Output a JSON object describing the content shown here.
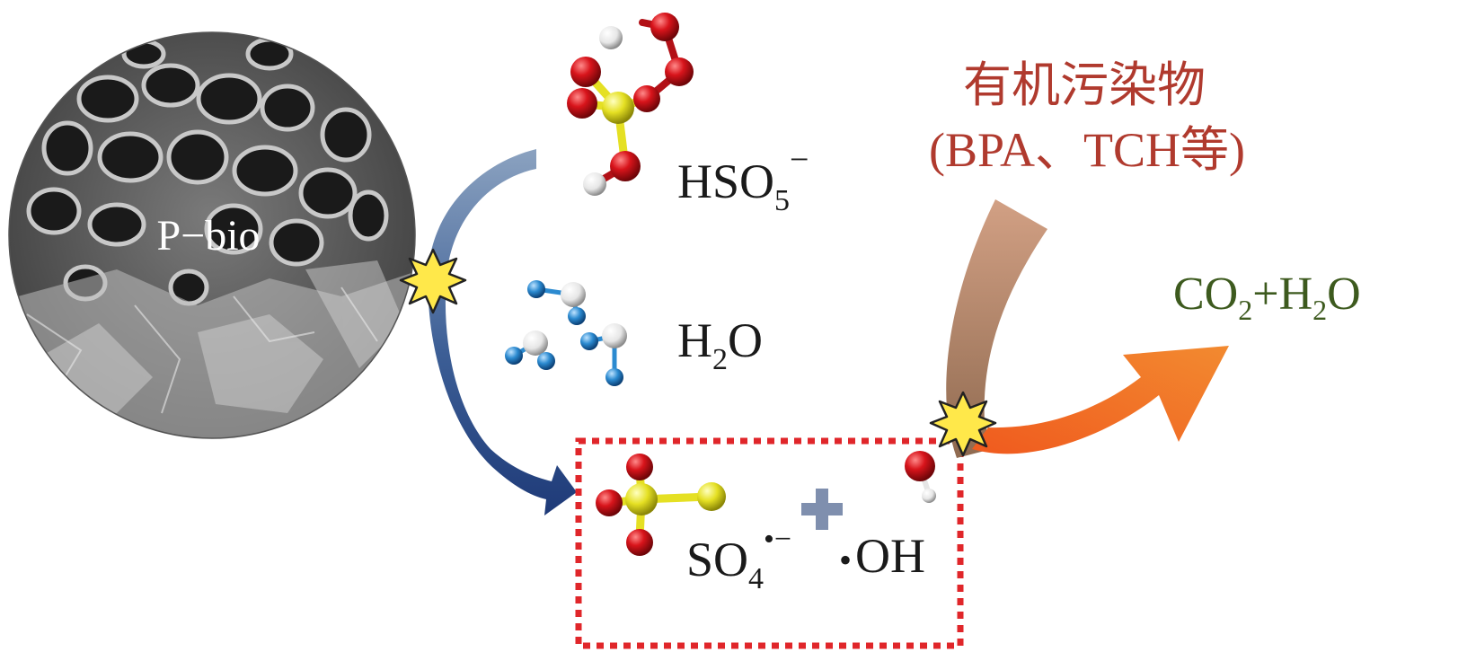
{
  "catalyst": {
    "label": "P−bio"
  },
  "reactants": {
    "pms": {
      "main": "HSO",
      "sub": "5",
      "sup": "−"
    },
    "water": {
      "main": "H",
      "sub": "2",
      "tail": "O"
    }
  },
  "radicals": {
    "sulfate": {
      "main": "SO",
      "sub": "4",
      "sup": "•−"
    },
    "hydroxyl": {
      "dot": "•",
      "main": "OH"
    },
    "plus": "+"
  },
  "pollutant": {
    "line1": "有机污染物",
    "line2": "(BPA、TCH等)"
  },
  "products": {
    "a": "CO",
    "a_sub": "2",
    "plus": "+H",
    "b_sub": "2",
    "tail": "O"
  },
  "colors": {
    "pollutant_text": "#b03a2e",
    "product_text": "#3d5a1e",
    "box_border": "#e0262a",
    "blue_arrow": "#2c4a86",
    "orange_arrow": "#ee6a22",
    "brown_arrow": "#a9795c",
    "starburst": "#ffe84a",
    "oxygen_atom": "#d8141b",
    "sulfur_atom": "#e5e023",
    "hydrogen_atom": "#f2f2f2",
    "water_atom": "#2b8ad0",
    "plus_sign": "#7f8fae"
  }
}
